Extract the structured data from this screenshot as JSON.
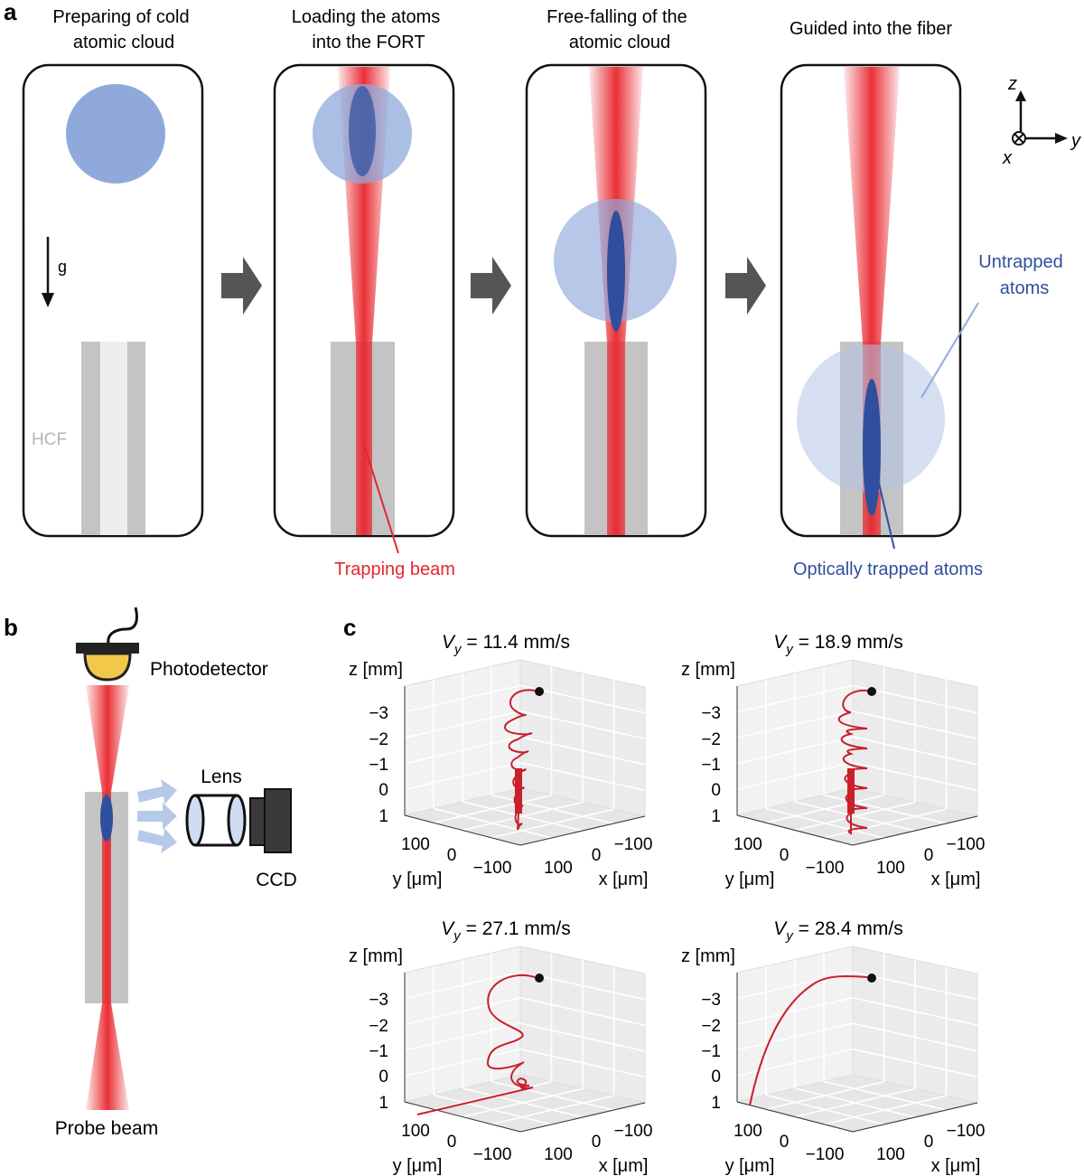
{
  "panel_a": {
    "letter": "a",
    "steps": [
      {
        "title_l1": "Preparing of cold",
        "title_l2": "atomic cloud"
      },
      {
        "title_l1": "Loading the atoms",
        "title_l2": "into the FORT"
      },
      {
        "title_l1": "Free-falling of the",
        "title_l2": "atomic cloud"
      },
      {
        "title_l1": "Guided into the fiber",
        "title_l2": ""
      }
    ],
    "gravity_label": "g",
    "hcf_label": "HCF",
    "trapping_beam_label": "Trapping beam",
    "untrapped_label_l1": "Untrapped",
    "untrapped_label_l2": "atoms",
    "trapped_label": "Optically trapped atoms",
    "axes": {
      "z": "z",
      "y": "y",
      "x": "x"
    },
    "colors": {
      "cloud": "#8fa9dc",
      "trapped": "#2f4f9e",
      "beam": "#e8252b",
      "fiber": "#c4c4c4",
      "arrow": "#555555"
    }
  },
  "panel_b": {
    "letter": "b",
    "photodetector_label": "Photodetector",
    "lens_label": "Lens",
    "ccd_label": "CCD",
    "probe_label": "Probe beam"
  },
  "panel_c": {
    "letter": "c",
    "plots": [
      {
        "v_sym": "V",
        "v_sub": "y",
        "v_value": " = 11.4 mm/s"
      },
      {
        "v_sym": "V",
        "v_sub": "y",
        "v_value": " = 18.9 mm/s"
      },
      {
        "v_sym": "V",
        "v_sub": "y",
        "v_value": " = 27.1 mm/s"
      },
      {
        "v_sym": "V",
        "v_sub": "y",
        "v_value": " = 28.4 mm/s"
      }
    ],
    "z_label": "z [mm]",
    "z_ticks": [
      "−3",
      "−2",
      "−1",
      "0",
      "1"
    ],
    "y_label": "y [μm]",
    "x_label": "x [μm]",
    "y_ticks": [
      "100",
      "0",
      "−100"
    ],
    "x_ticks": [
      "100",
      "0",
      "−100"
    ]
  }
}
